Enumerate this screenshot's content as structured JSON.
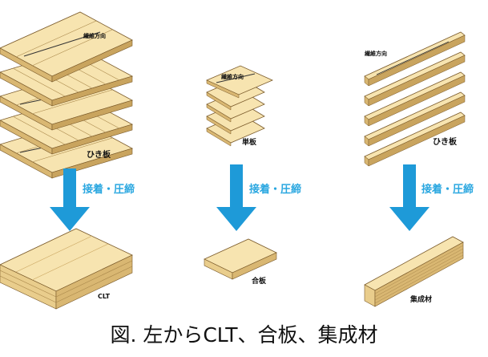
{
  "caption": "図. 左からCLT、合板、集成材",
  "colors": {
    "wood_top": "#f7e4b0",
    "wood_side": "#d9b772",
    "wood_edge": "#7a5a2a",
    "process_text": "#2aa7e0",
    "arrow": "#1e9ad8"
  },
  "columns": [
    {
      "fiber_label": "繊維方向",
      "board_label": "ひき板",
      "process_label": "接着・圧締",
      "product_label": "CLT"
    },
    {
      "fiber_label": "繊維方向",
      "board_label": "単板",
      "process_label": "接着・圧締",
      "product_label": "合板"
    },
    {
      "fiber_label": "繊維方向",
      "board_label": "ひき板",
      "process_label": "接着・圧締",
      "product_label": "集成材"
    }
  ]
}
